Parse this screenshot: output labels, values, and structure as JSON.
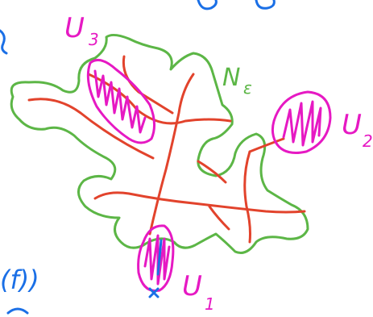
{
  "labels": {
    "u3": "U",
    "u3_sub": "3",
    "u2": "U",
    "u2_sub": "2",
    "u1": "U",
    "u1_sub": "1",
    "neighborhood": "N",
    "neighborhood_sub": "ε",
    "left_margin_text": "(f))"
  },
  "colors": {
    "neighborhood_outline": "#5cb646",
    "tree_branches": "#e2432c",
    "open_sets": "#e619c3",
    "annotations_blue": "#1a6fe6"
  }
}
